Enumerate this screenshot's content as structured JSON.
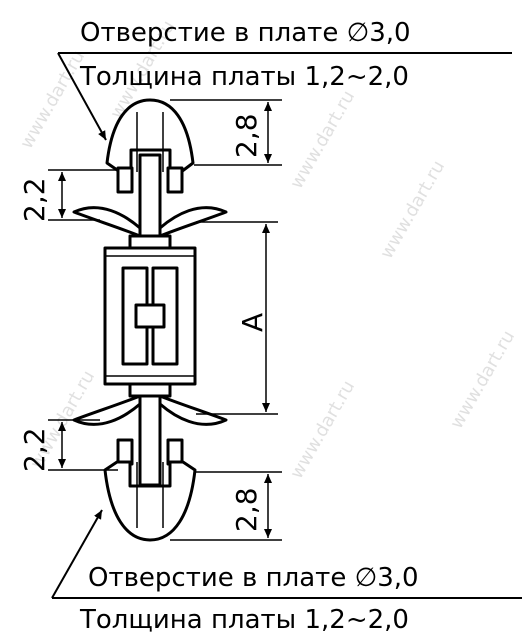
{
  "labels": {
    "top_hole": "Отверстие в плате ∅3,0",
    "top_thickness": "Толщина платы 1,2~2,0",
    "bottom_hole": "Отверстие в плате ∅3,0",
    "bottom_thickness": "Толщина платы 1,2~2,0"
  },
  "dimensions": {
    "top_head": "2,8",
    "top_gap": "2,2",
    "middle": "A",
    "bottom_gap": "2,2",
    "bottom_head": "2,8"
  },
  "watermark": "www.dart.ru",
  "colors": {
    "line": "#000000",
    "background": "#ffffff",
    "watermark": "#c8c8c8"
  }
}
